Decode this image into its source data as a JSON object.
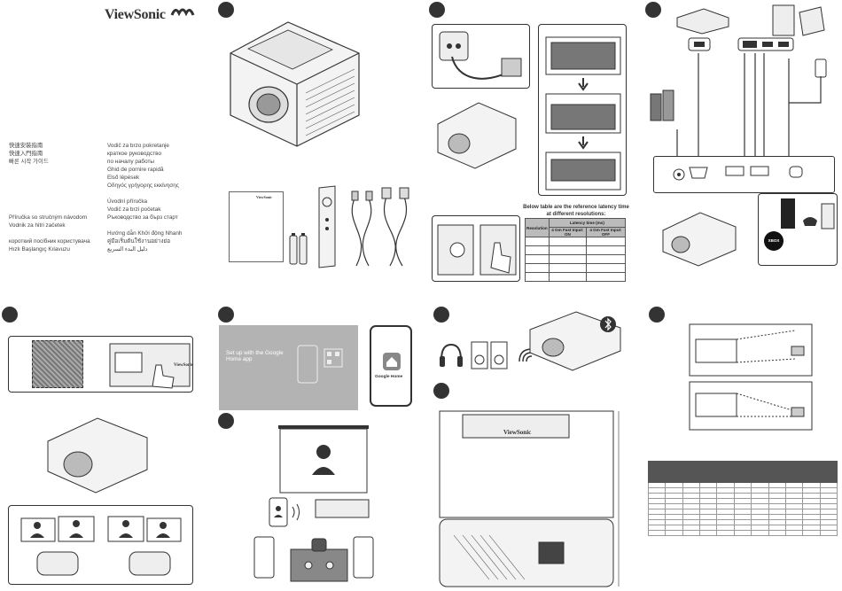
{
  "brand": {
    "name": "ViewSonic"
  },
  "languages": {
    "col1": [
      "快速安裝指南",
      "快速入門指南",
      "빠른 시작 가이드",
      "",
      "",
      "",
      "",
      "",
      "",
      "Příručka so stručným návodom",
      "Vodnik za hitri začetek",
      "",
      "короткий посібник користувача",
      "Hızlı Başlangıç Kılavuzu"
    ],
    "col2": [
      "Vodič za brzo pokretanje",
      "краткое руководство",
      "по началу работы",
      "Ghid de pornire rapidă",
      "Első lépések",
      "Οδηγός γρήγορης εκκίνησης",
      "",
      "Úvodní příručka",
      "Vodič za brzi početak",
      "Ръководство за бърз старт",
      "",
      "Hướng dẫn Khởi động Nhanh",
      "คู่มือเริ่มต้นใช้งานอย่างย่อ",
      "دليل البدء السريع"
    ]
  },
  "latency": {
    "title": "Below table are the reference latency time at different resolutions:",
    "header_group": "Latency time (ms)",
    "col_resolution": "Resolution",
    "col_a": "4 Gm Fast Input: ON",
    "col_b": "4 Gm Fast Input: OFF",
    "rows": [
      [
        "",
        "",
        ""
      ],
      [
        "",
        "",
        ""
      ],
      [
        "",
        "",
        ""
      ],
      [
        "",
        "",
        ""
      ],
      [
        "",
        "",
        ""
      ]
    ]
  },
  "google_home": {
    "setup_title": "Set up with the Google Home app",
    "app_label": "Google Home"
  },
  "console_label": "XBOX",
  "colors": {
    "ink": "#333333",
    "light_gray": "#d9d9d9",
    "mid_gray": "#a6a6a6",
    "panel_bg": "#b3b3b3"
  }
}
